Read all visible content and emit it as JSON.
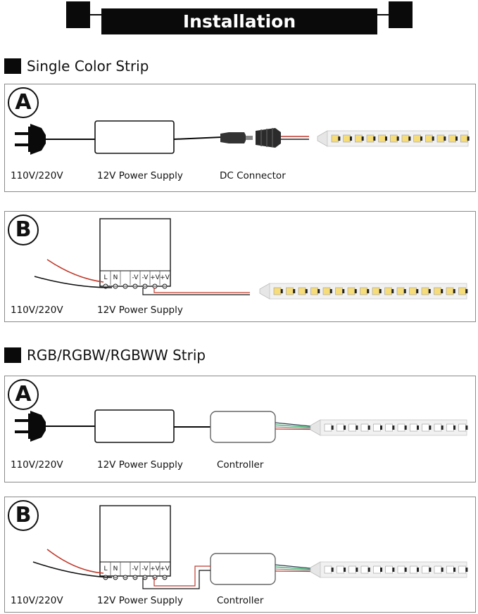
{
  "header": {
    "title": "Installation"
  },
  "sections": [
    {
      "title": "Single Color Strip"
    },
    {
      "title": "RGB/RGBW/RGBWW Strip"
    }
  ],
  "panels": [
    {
      "badge": "A",
      "labels": {
        "mains": "110V/220V",
        "power": "12V Power Supply",
        "third": "DC Connector"
      }
    },
    {
      "badge": "B",
      "labels": {
        "mains": "110V/220V",
        "power": "12V Power Supply"
      },
      "terminals": [
        "L",
        "N",
        "-V",
        "-V",
        "+V",
        "+V"
      ]
    },
    {
      "badge": "A",
      "labels": {
        "mains": "110V/220V",
        "power": "12V Power Supply",
        "third": "Controller"
      }
    },
    {
      "badge": "B",
      "labels": {
        "mains": "110V/220V",
        "power": "12V Power Supply",
        "third": "Controller"
      },
      "terminals": [
        "L",
        "N",
        "-V",
        "-V",
        "+V",
        "+V"
      ]
    }
  ],
  "colors": {
    "black": "#0a0a0a",
    "led_yellow": "#f7dc7a",
    "wire_red": "#c0392b",
    "strip": "#f1f1f1"
  }
}
